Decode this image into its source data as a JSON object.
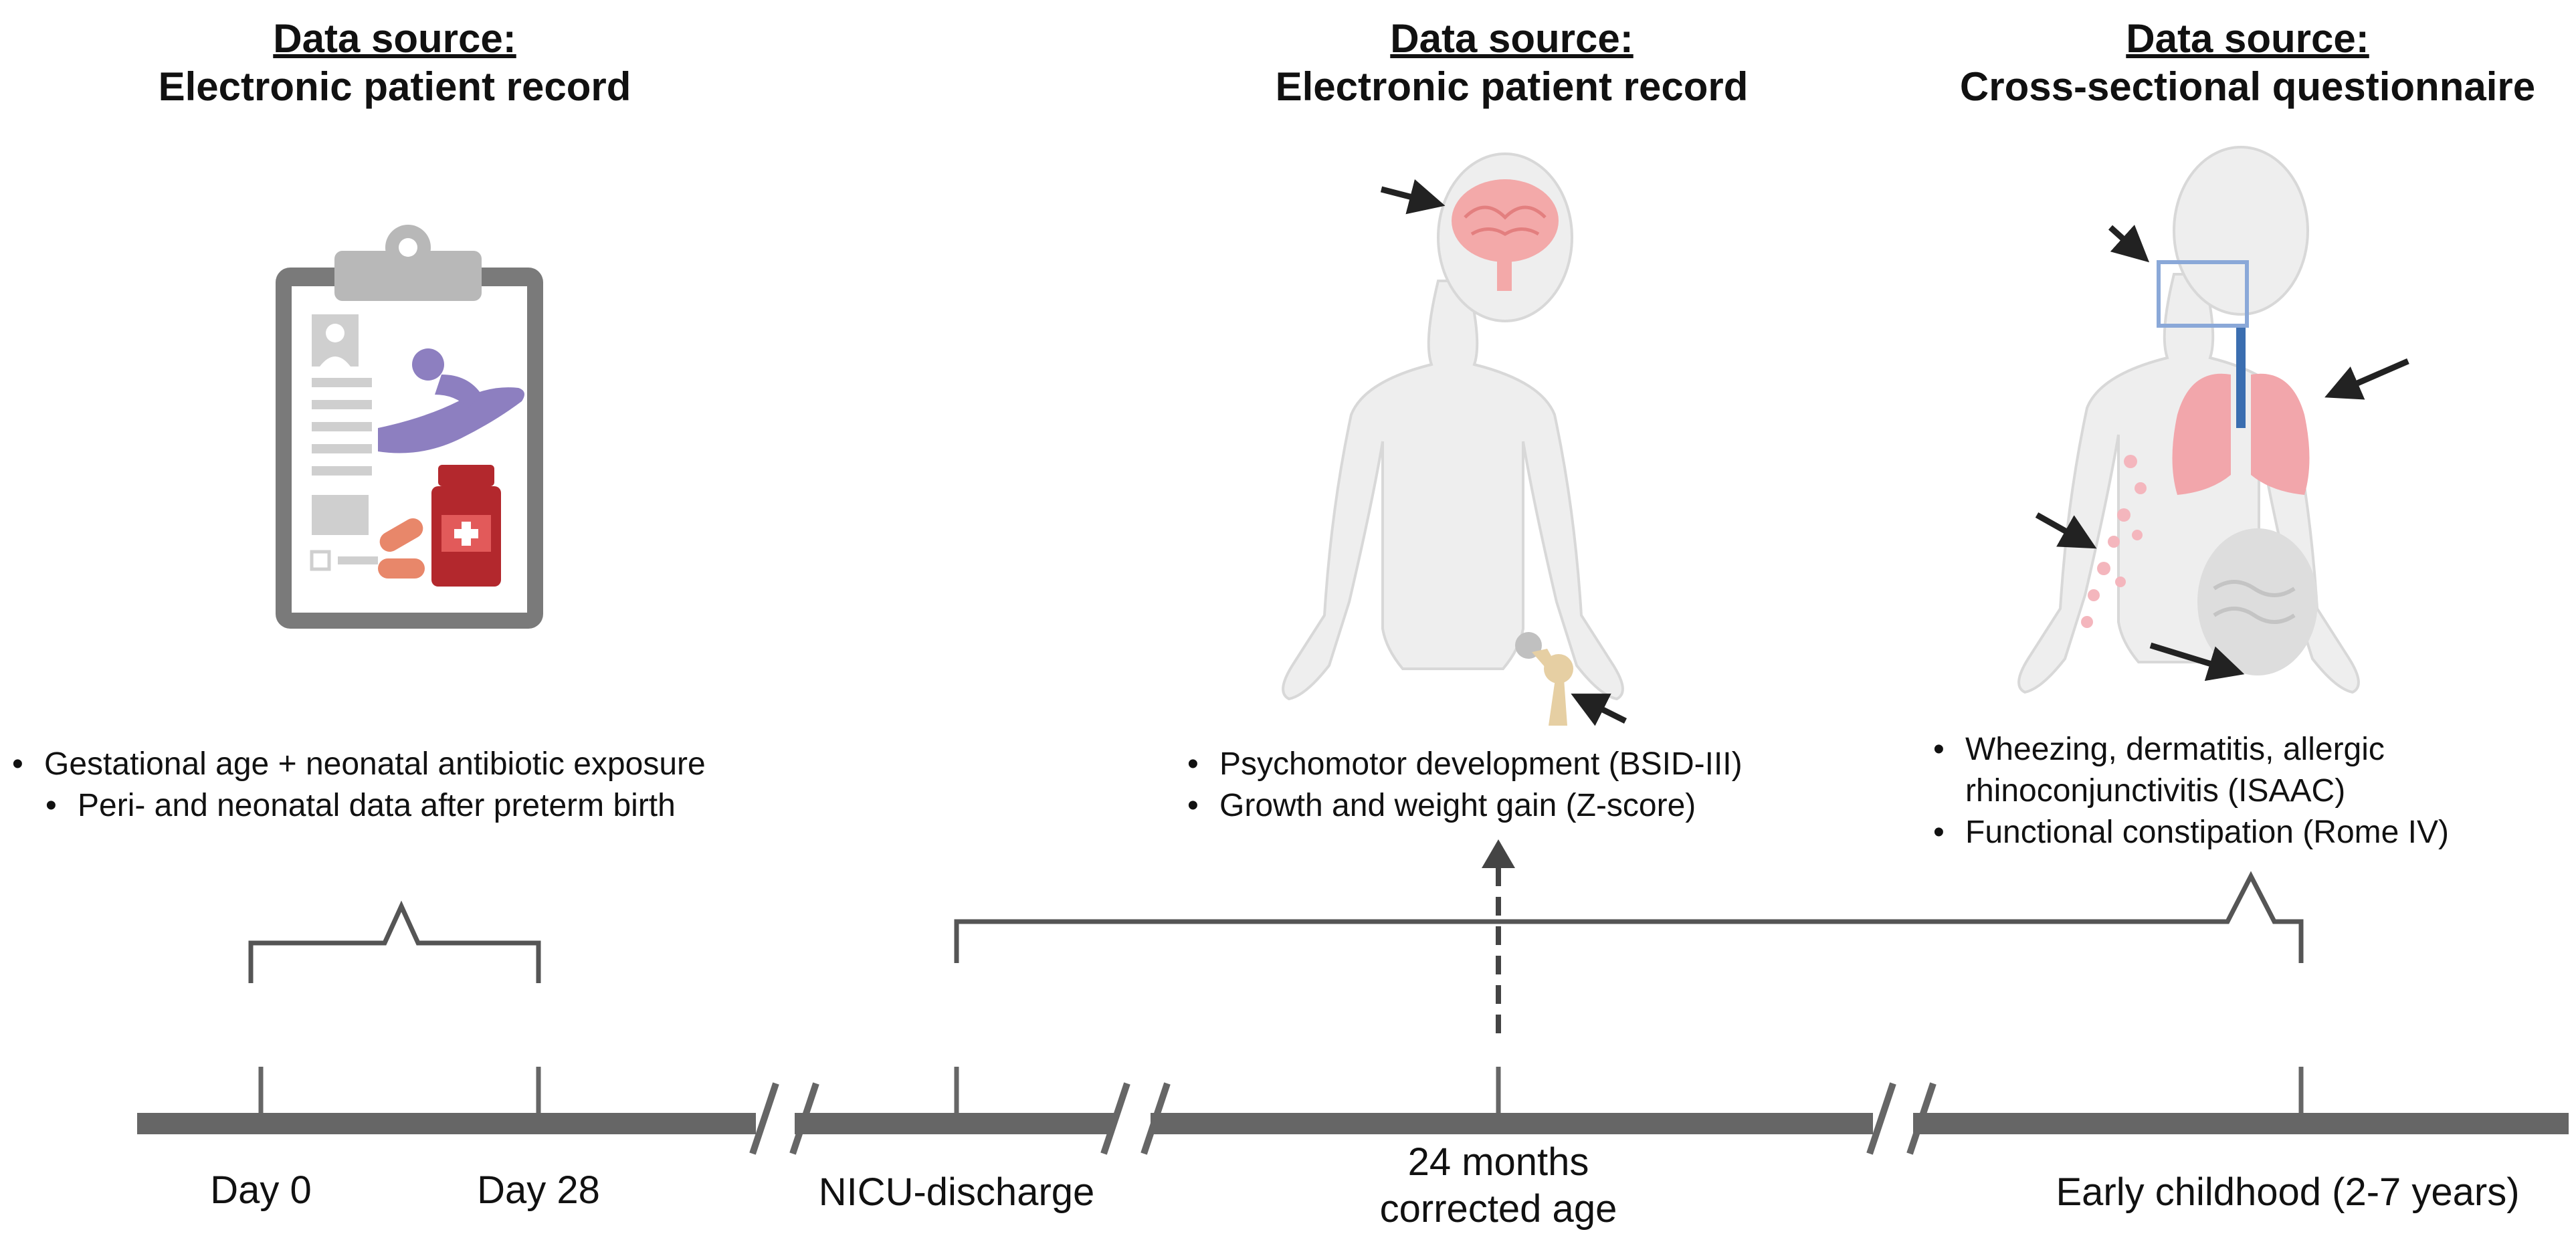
{
  "headings": {
    "left": {
      "source": "Data source:",
      "record": "Electronic patient record"
    },
    "middle": {
      "source": "Data source:",
      "record": "Electronic patient record"
    },
    "right": {
      "source": "Data source:",
      "record": "Cross-sectional questionnaire"
    }
  },
  "bullets": {
    "left": [
      "Gestational age + neonatal antibiotic exposure",
      "Peri- and neonatal data after preterm birth"
    ],
    "middle": [
      "Psychomotor development (BSID-III)",
      "Growth and weight gain (Z-score)"
    ],
    "right": [
      "Wheezing, dermatitis, allergic rhinoconjunctivitis (ISAAC)",
      "Functional constipation (Rome IV)"
    ]
  },
  "timeline": {
    "day0": "Day 0",
    "day28": "Day 28",
    "nicu": "NICU-discharge",
    "months24_line1": "24 months",
    "months24_line2": "corrected age",
    "early": "Early childhood (2-7 years)"
  },
  "icons": [
    "clipboard-record-icon",
    "child-brain-bone-illustration",
    "child-lungs-skin-gut-illustration"
  ],
  "colors": {
    "timeline": "#666666",
    "purple": "#8d7fc0",
    "red": "#b3282d",
    "lung": "#f2a6ab",
    "bronchus": "#3b6eb0",
    "eyebox": "#8aa8d8",
    "bone": "#e6cfa3"
  }
}
